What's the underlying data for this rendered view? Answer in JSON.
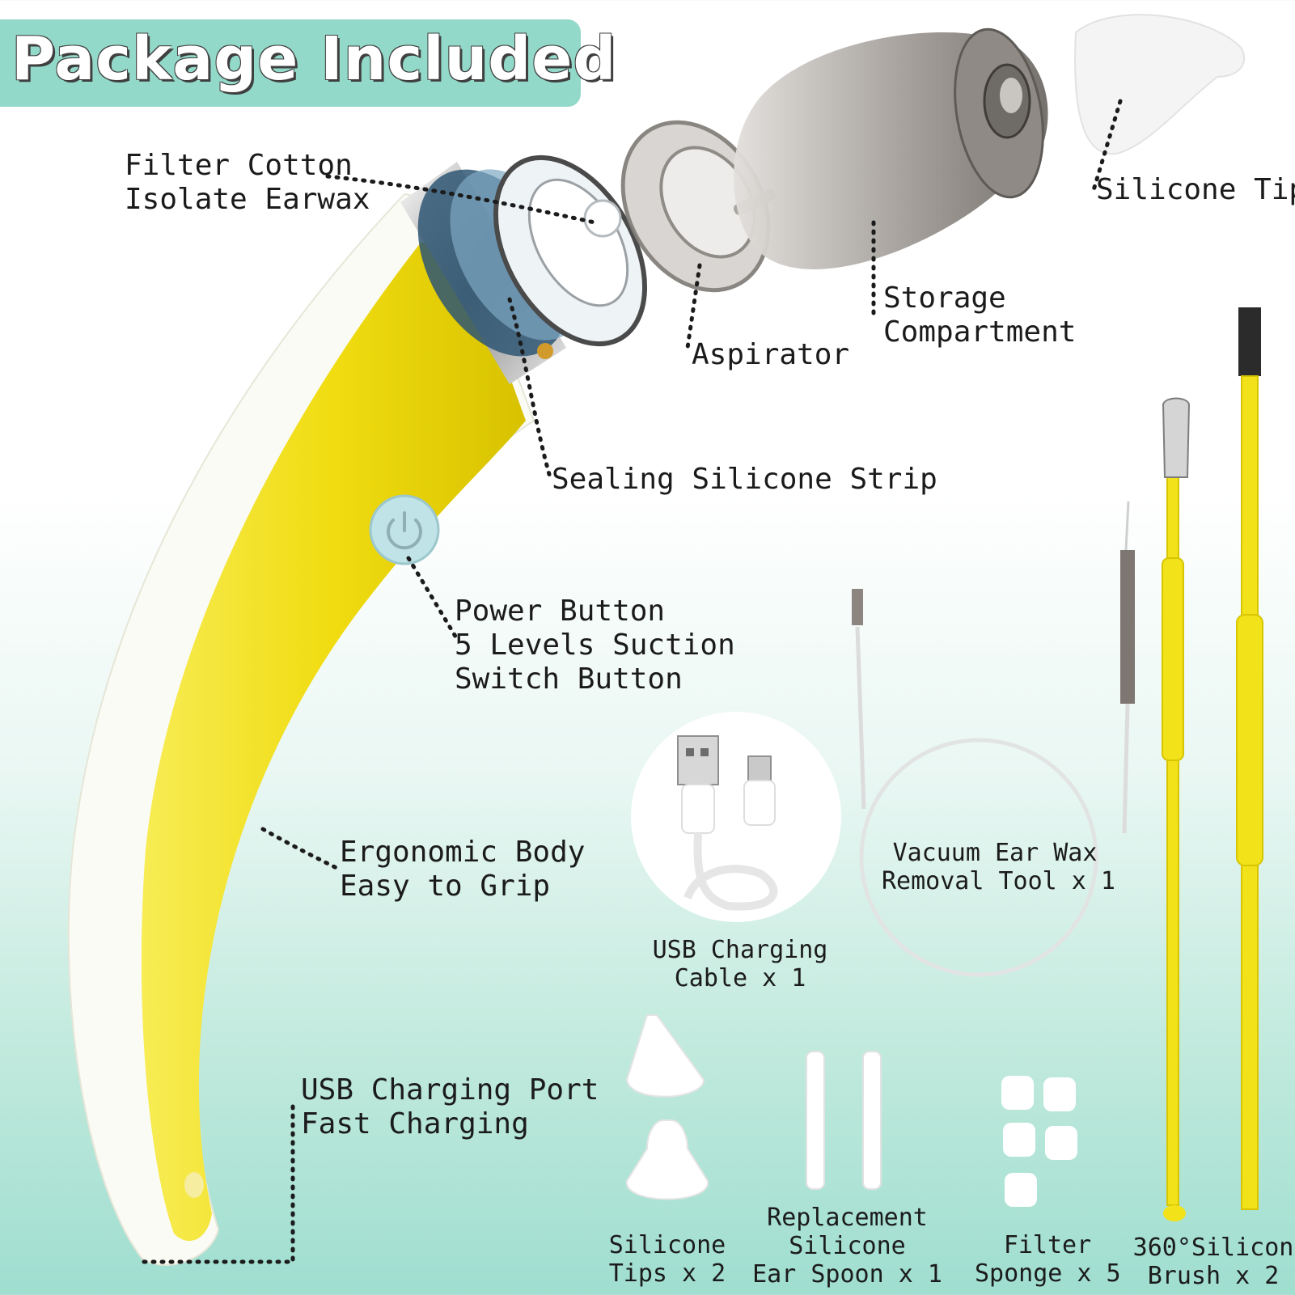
{
  "title": "Package Included",
  "callouts": {
    "filter_cotton": [
      "Filter Cotton",
      "Isolate Earwax"
    ],
    "silicone_tips": "Silicone Tips",
    "storage": [
      "Storage",
      "Compartment"
    ],
    "aspirator": "Aspirator",
    "sealing_strip": "Sealing Silicone Strip",
    "power_button": [
      "Power Button",
      "5 Levels Suction",
      "Switch Button"
    ],
    "ergonomic": [
      "Ergonomic Body",
      "Easy to Grip"
    ],
    "usb_port": [
      "USB Charging Port",
      "Fast Charging"
    ]
  },
  "items": {
    "usb_cable": [
      "USB Charging",
      "Cable x 1"
    ],
    "vacuum_tool": [
      "Vacuum Ear Wax",
      "Removal Tool x 1"
    ],
    "silicone_tips2": [
      "Silicone",
      "Tips x 2"
    ],
    "ear_spoon": [
      "Replacement",
      "Silicone",
      "Ear Spoon x 1"
    ],
    "filter_sponge": [
      "Filter",
      "Sponge x 5"
    ],
    "brush": [
      "360°Silicon",
      "Brush x 2"
    ]
  },
  "colors": {
    "accent": "#93d9c9",
    "device_yellow": "#f2e21a",
    "text": "#1b1b1b"
  }
}
